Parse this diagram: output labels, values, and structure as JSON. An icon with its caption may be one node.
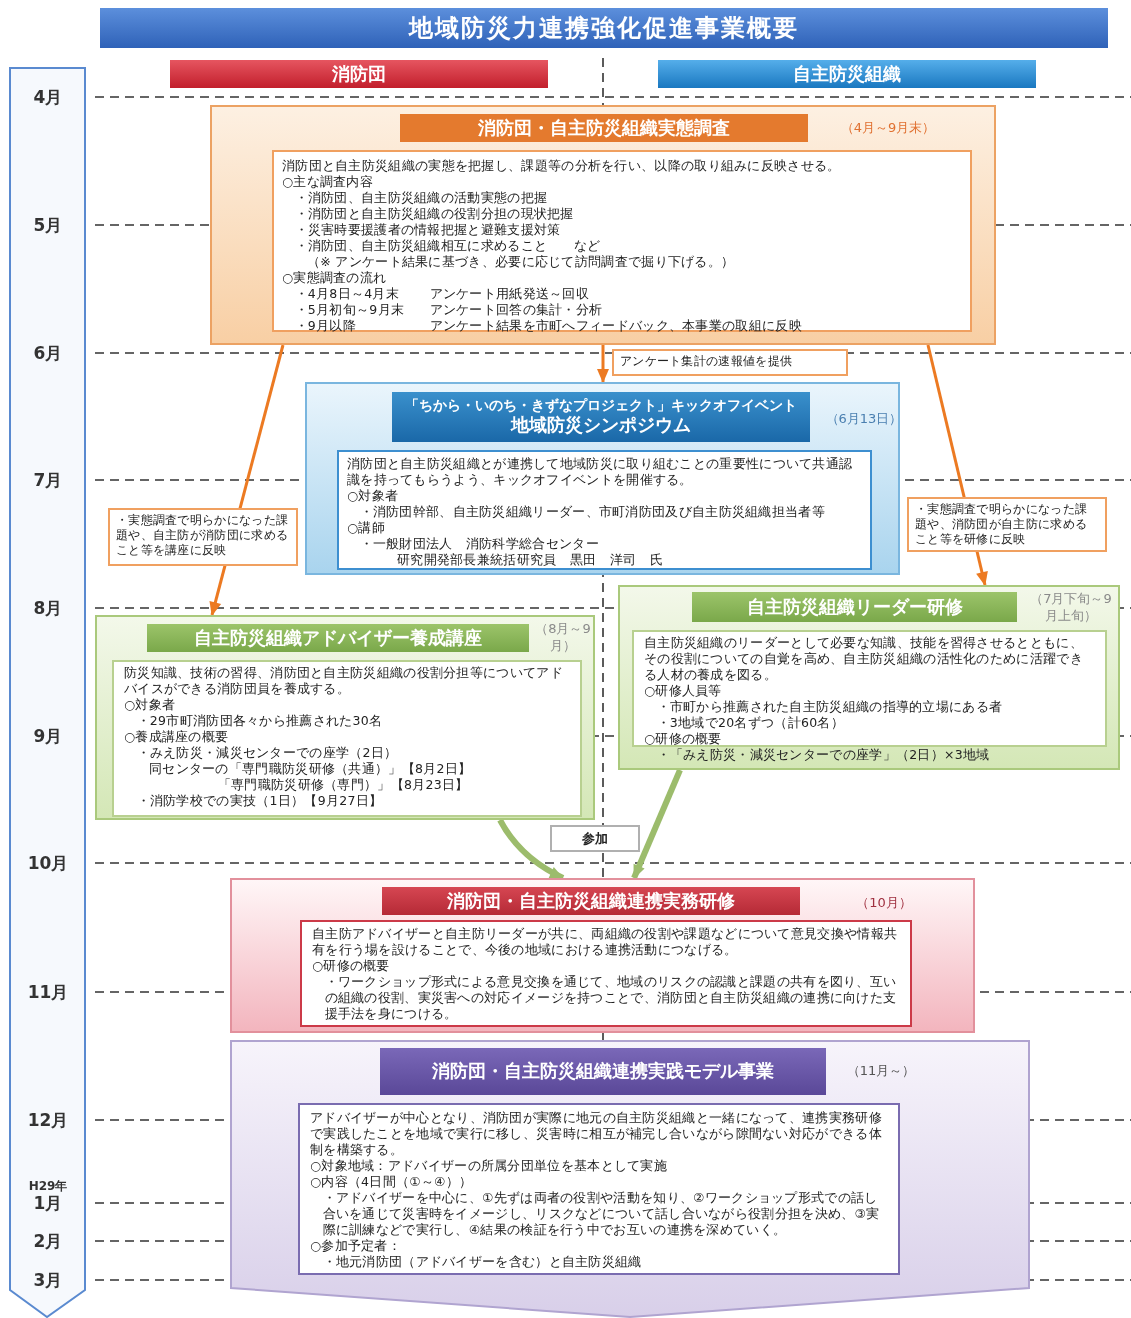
{
  "diagram": {
    "title": "地域防災力連携強化促進事業概要",
    "nodes": [
      {
        "text": [
          "消防団"
        ]
      },
      {
        "text": [
          "自主防災組織"
        ]
      },
      {
        "text": [
          "（4月～9月末）"
        ]
      },
      {
        "text": [
          "消防団・自主防災組織実態調査"
        ],
        "in": 2
      },
      {
        "text": [
          "消防団と自主防災組織の実態を把握し、課題等の分析を行い、以降の取り組みに反映させる。",
          "○主な調査内容",
          "・消防団、自主防災組織の活動実態の把握",
          "・消防団と自主防災組織の役割分担の現状把握",
          "・災害時要援護者の情報把握と避難支援対策",
          "・消防団、自主防災組織相互に求めること　　など",
          "（※ アンケート結果に基づき、必要に応じて訪問調査で掘り下げる。）",
          "○実態調査の流れ",
          "・4月8日～4月末",
          "アンケート用紙発送～回収",
          "・5月初旬～9月末",
          "アンケート回答の集計・分析",
          "・9月以降",
          "アンケート結果を市町へフィードバック、本事業の取組に反映"
        ],
        "in": 2
      },
      {
        "text": [
          "（6月13日）"
        ]
      },
      {
        "text": [
          "「ちから・いのち・きずなプロジェクト」キックオフイベント",
          "地域防災シンポジウム"
        ],
        "in": 5
      },
      {
        "text": [
          "消防団と自主防災組織とが連携して地域防災に取り組むことの重要性について共通認識を持ってもらうよう、キックオフイベントを開催する。",
          "○対象者",
          "・消防団幹部、自主防災組織リーダー、市町消防団及び自主防災組織担当者等",
          "○講師",
          "・一般財団法人　消防科学総合センター",
          "研究開発部長兼統括研究員　黒田　洋司　氏"
        ],
        "in": 5
      },
      {
        "text": [
          "（8月～9月）"
        ]
      },
      {
        "text": [
          "自主防災組織アドバイザー養成講座"
        ],
        "in": 8
      },
      {
        "text": [
          "防災知識、技術の習得、消防団と自主防災組織の役割分担等についてアドバイスができる消防団員を養成する。",
          "○対象者",
          "・29市町消防団各々から推薦された30名",
          "○養成講座の概要",
          "・みえ防災・減災センターでの座学（2日）",
          "同センターの「専門職防災研修（共通）」【8月2日】",
          "「専門職防災研修（専門）」【8月23日】",
          "・消防学校での実技（1日）【9月27日】"
        ],
        "in": 8
      },
      {
        "text": [
          "（7月下旬～9月上旬）"
        ]
      },
      {
        "text": [
          "自主防災組織リーダー研修"
        ],
        "in": 11
      },
      {
        "text": [
          "自主防災組織のリーダーとして必要な知識、技能を習得させるとともに、その役割についての自覚を高め、自主防災組織の活性化のために活躍できる人材の養成を図る。",
          "○研修人員等",
          "・市町から推薦された自主防災組織の指導的立場にある者",
          "・3地域で20名ずつ（計60名）",
          "○研修の概要",
          "・「みえ防災・減災センターでの座学」（2日）×3地域"
        ],
        "in": 11
      },
      {
        "text": [
          "（10月）"
        ]
      },
      {
        "text": [
          "消防団・自主防災組織連携実務研修"
        ],
        "in": 14
      },
      {
        "text": [
          "自主防アドバイザーと自主防リーダーが共に、両組織の役割や課題などについて意見交換や情報共有を行う場を設けることで、今後の地域における連携活動につなげる。",
          "○研修の概要",
          "・ワークショップ形式による意見交換を通じて、地域のリスクの認識と課題の共有を図り、互いの組織の役割、実災害への対応イメージを持つことで、消防団と自主防災組織の連携に向けた支援手法を身につける。"
        ],
        "in": 14
      },
      {
        "text": [
          "（11月～）"
        ]
      },
      {
        "text": [
          "消防団・自主防災組織連携実践モデル事業"
        ],
        "in": 17
      },
      {
        "text": [
          "アドバイザーが中心となり、消防団が実際に地元の自主防災組織と一緒になって、連携実務研修で実践したことを地域で実行に移し、災害時に相互が補完し合いながら隙間ない対応ができる体制を構築する。",
          "○対象地域：アドバイザーの所属分団単位を基本として実施",
          "○内容（4日間（①～④））",
          "・アドバイザーを中心に、①先ずは両者の役割や活動を知り、②ワークショップ形式での話し合いを通じて災害時をイメージし、リスクなどについて話し合いながら役割分担を決め、③実際に訓練などで実行し、④結果の検証を行う中でお互いの連携を深めていく。",
          "○参加予定者：",
          "・地元消防団（アドバイザーを含む）と自主防災組織"
        ],
        "in": 17
      }
    ],
    "edges": [
      {
        "from": 2,
        "to": 5,
        "arrow": "to",
        "label": "アンケート集計の速報値を提供"
      },
      {
        "from": 2,
        "to": 8,
        "arrow": "to",
        "label": "・実態調査で明らかになった課題や、自主防が消防団に求めること等を講座に反映"
      },
      {
        "from": 2,
        "to": 11,
        "arrow": "to",
        "label": "・実態調査で明らかになった課題や、消防団が自主防に求めること等を研修に反映"
      },
      {
        "from": 8,
        "to": 14,
        "arrow": "to",
        "style": "thick",
        "color": "#9cbc6c"
      },
      {
        "from": 11,
        "to": 14,
        "arrow": "to",
        "style": "thick",
        "color": "#9cbc6c"
      }
    ],
    "labels": [
      "4月",
      "5月",
      "6月",
      "7月",
      "8月",
      "9月",
      "参加",
      "10月",
      "11月",
      "12月",
      "H29年",
      "1月",
      "2月",
      "3月"
    ]
  }
}
